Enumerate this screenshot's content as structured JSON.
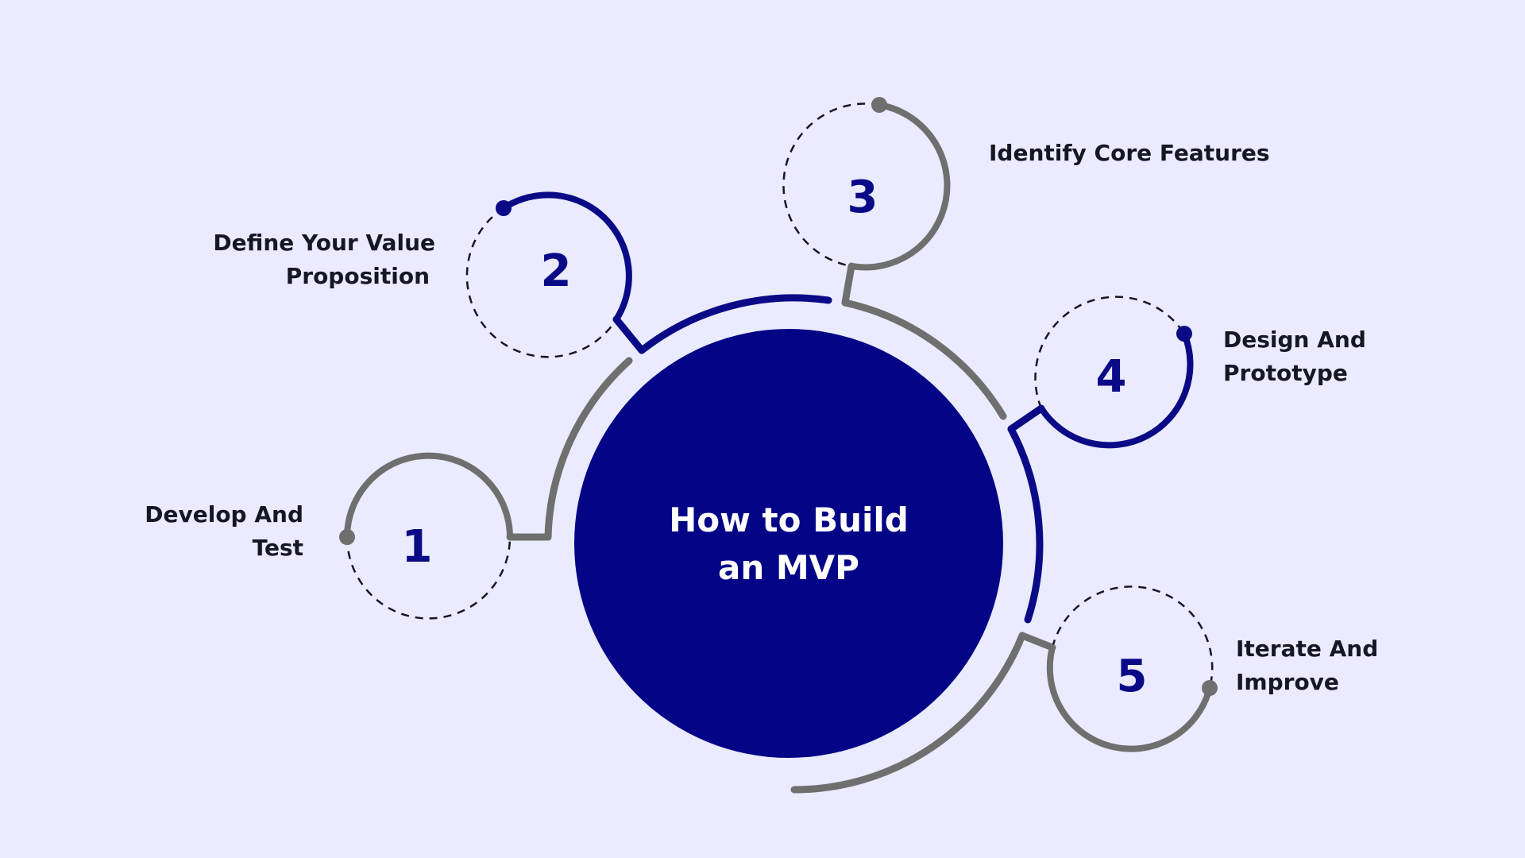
{
  "title": {
    "line1": "How to Build",
    "line2": "an MVP"
  },
  "colors": {
    "background": "#EAEBFE",
    "navy": "#030486",
    "accent": "#0A0A87",
    "gray": "#6F6F6F",
    "text": "#161625",
    "white": "#FFFFFF"
  },
  "steps": [
    {
      "number": "1",
      "label_lines": [
        "Develop And",
        "Test"
      ]
    },
    {
      "number": "2",
      "label_lines": [
        "Define Your Value",
        "Proposition"
      ]
    },
    {
      "number": "3",
      "label_lines": [
        "Identify Core Features"
      ]
    },
    {
      "number": "4",
      "label_lines": [
        "Design And",
        "Prototype"
      ]
    },
    {
      "number": "5",
      "label_lines": [
        "Iterate And",
        "Improve"
      ]
    }
  ]
}
